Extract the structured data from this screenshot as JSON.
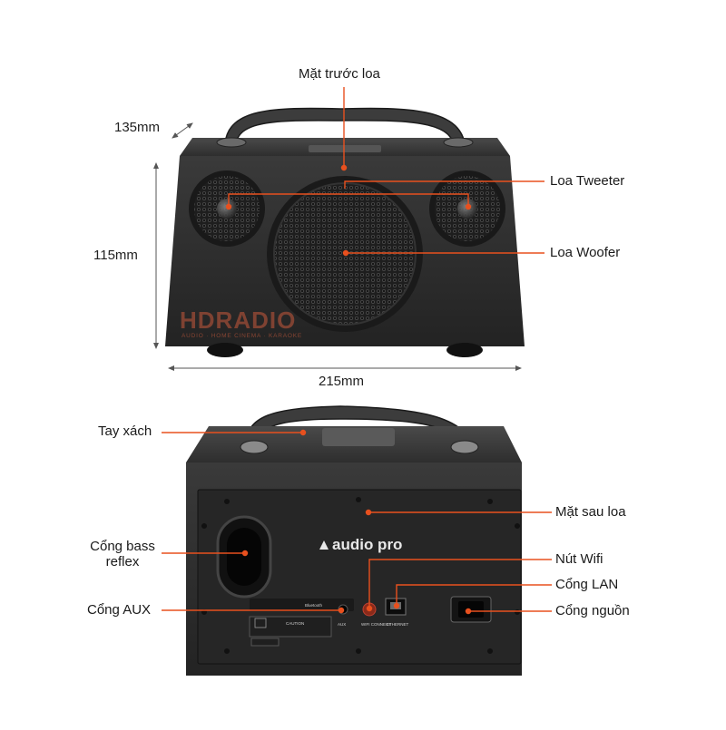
{
  "colors": {
    "accent": "#e8501e",
    "body": "#2a2a2a",
    "background": "#ffffff"
  },
  "dimensions": {
    "depth": "135mm",
    "height": "115mm",
    "width": "215mm"
  },
  "front": {
    "title": "Mặt trước loa",
    "tweeter": "Loa Tweeter",
    "woofer": "Loa Woofer"
  },
  "rear": {
    "handle": "Tay xách",
    "back_panel": "Mặt sau loa",
    "bass_reflex_line1": "Cổng bass",
    "bass_reflex_line2": "reflex",
    "wifi_button": "Nút Wifi",
    "lan_port": "Cổng LAN",
    "aux_port": "Cổng AUX",
    "power_port": "Cổng nguồn"
  },
  "watermark": {
    "name": "HDRADIO",
    "tagline": "AUDIO · HOME CINEMA · KARAOKE"
  },
  "device": {
    "brand": "audio pro",
    "ethernet": "ETHERNET",
    "aux": "AUX",
    "wifi": "WIFI CONNECT",
    "bluetooth": "Bluetooth",
    "caution": "CAUTION"
  }
}
